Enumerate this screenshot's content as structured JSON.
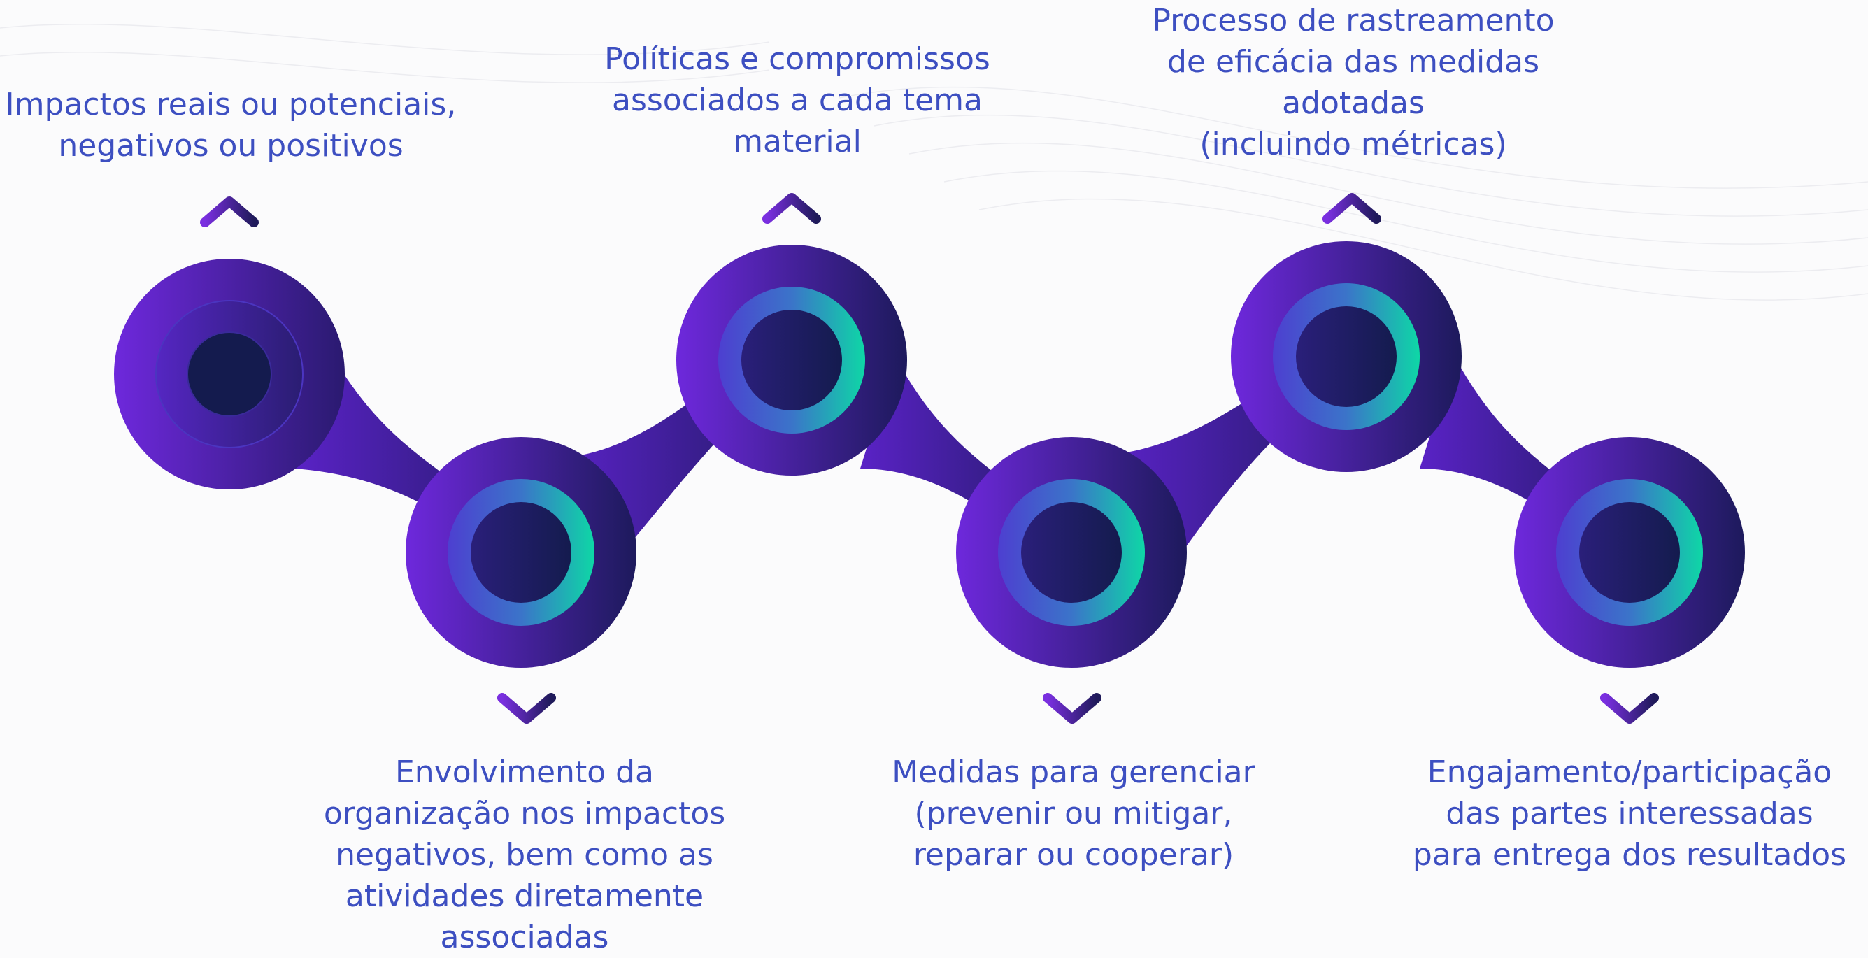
{
  "diagram": {
    "steps": [
      {
        "label": "Impactos reais ou potenciais,\nnegativos ou positivos",
        "label_position": "above"
      },
      {
        "label": "Envolvimento da\norganização nos impactos\nnegativos, bem como as\natividades diretamente\nassociadas",
        "label_position": "below"
      },
      {
        "label": "Políticas e compromissos\nassociados a cada tema\nmaterial",
        "label_position": "above"
      },
      {
        "label": "Medidas para gerenciar\n(prevenir ou mitigar,\nreparar ou cooperar)",
        "label_position": "below"
      },
      {
        "label": "Processo de rastreamento\nde eficácia das medidas\nadotadas\n(incluindo métricas)",
        "label_position": "above"
      },
      {
        "label": "Engajamento/participação\ndas partes interessadas\npara entrega dos resultados",
        "label_position": "below"
      }
    ]
  },
  "colors": {
    "text": "#3d4fc1",
    "purple": "#6e28dc",
    "dark_navy": "#161c4f",
    "teal_accent": "#0ed7a6",
    "chevron_dark": "#221a64"
  }
}
